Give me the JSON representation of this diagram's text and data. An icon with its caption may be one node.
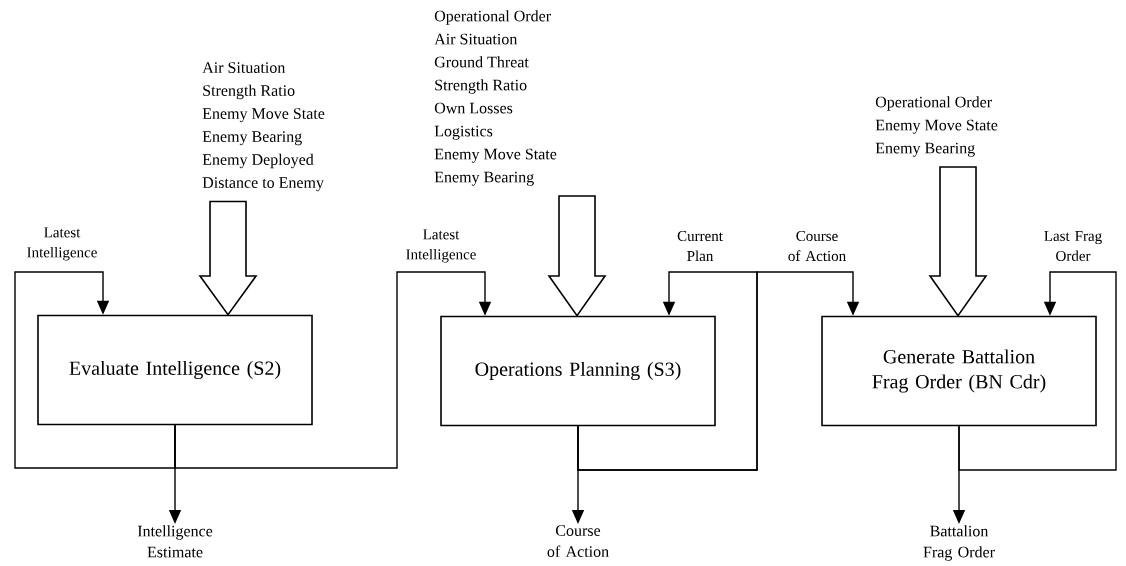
{
  "diagram": {
    "nodes": [
      {
        "text": [
          "Air Situation",
          "Strength Ratio",
          "Enemy Move State",
          "Enemy Bearing",
          "Enemy  Deployed",
          "Distance to Enemy"
        ]
      },
      {
        "text": [
          "Operational Order",
          "Air Situation",
          "Ground Threat",
          "Strength Ratio",
          "Own Losses",
          "Logistics",
          "Enemy Move State",
          "Enemy Bearing"
        ]
      },
      {
        "text": [
          "Operational Order",
          "Enemy Move State",
          "Enemy Bearing"
        ]
      },
      {
        "text": [
          "Evaluate Intelligence (S2)"
        ]
      },
      {
        "text": [
          "Operations Planning (S3)"
        ]
      },
      {
        "text": [
          "Generate Battalion Frag Order (BN Cdr)"
        ]
      },
      {
        "text": [
          "Intelligence Estimate"
        ]
      },
      {
        "text": [
          "Course of Action"
        ]
      },
      {
        "text": [
          "Battalion Frag Order"
        ]
      }
    ],
    "edges": [
      {
        "from": 0,
        "to": 3,
        "arrow": "to",
        "style": "thick"
      },
      {
        "from": 1,
        "to": 4,
        "arrow": "to",
        "style": "thick"
      },
      {
        "from": 2,
        "to": 5,
        "arrow": "to",
        "style": "thick"
      },
      {
        "from": 3,
        "to": 6,
        "arrow": "to"
      },
      {
        "from": 3,
        "to": 3,
        "arrow": "to",
        "label": "Latest Intelligence"
      },
      {
        "from": 3,
        "to": 4,
        "arrow": "to",
        "label": "Latest Intelligence"
      },
      {
        "from": 4,
        "to": 7,
        "arrow": "to"
      },
      {
        "from": 4,
        "to": 4,
        "arrow": "to",
        "label": "Current Plan"
      },
      {
        "from": 4,
        "to": 5,
        "arrow": "to",
        "label": "Course of Action"
      },
      {
        "from": 5,
        "to": 8,
        "arrow": "to"
      },
      {
        "from": 5,
        "to": 5,
        "arrow": "to",
        "label": "Last Frag Order"
      }
    ]
  }
}
